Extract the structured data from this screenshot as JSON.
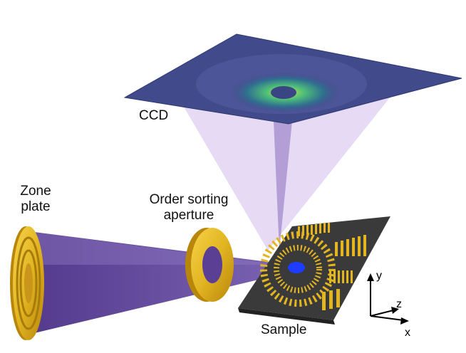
{
  "labels": {
    "ccd": "CCD",
    "zone_plate_line1": "Zone",
    "zone_plate_line2": "plate",
    "osa_line1": "Order sorting",
    "osa_line2": "aperture",
    "sample": "Sample"
  },
  "axes": {
    "y": "y",
    "z": "z",
    "x": "x"
  },
  "colors": {
    "beam": "#5b3f95",
    "cone": "#c9b2e6",
    "gold": "#e2b521",
    "gold_dark": "#a77b0c",
    "ccd": "#3f4a8a",
    "sample_base": "#3a3a3a"
  }
}
